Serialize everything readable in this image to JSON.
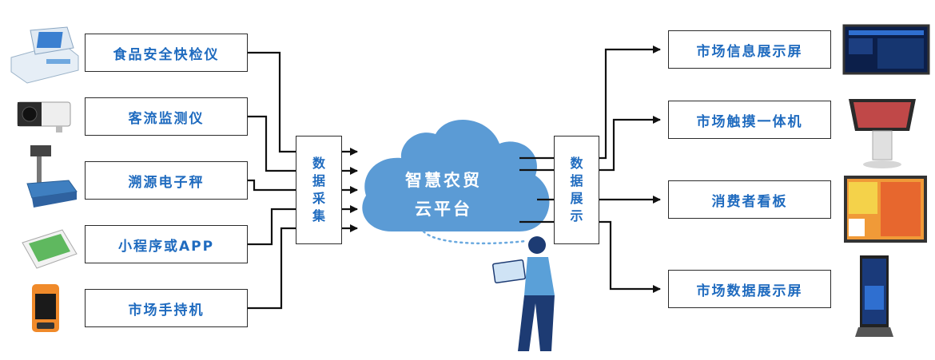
{
  "inputs": [
    {
      "label": "食品安全快检仪",
      "icon": "food-safety-tester-icon"
    },
    {
      "label": "客流监测仪",
      "icon": "camera-icon"
    },
    {
      "label": "溯源电子秤",
      "icon": "electronic-scale-icon"
    },
    {
      "label": "小程序或APP",
      "icon": "smartphone-icon"
    },
    {
      "label": "市场手持机",
      "icon": "handheld-terminal-icon"
    }
  ],
  "collect_box": {
    "chars": [
      "数",
      "据",
      "采",
      "集"
    ]
  },
  "platform": {
    "line1": "智慧农贸",
    "line2": "云平台"
  },
  "display_box": {
    "chars": [
      "数",
      "据",
      "展",
      "示"
    ]
  },
  "outputs": [
    {
      "label": "市场信息展示屏",
      "icon": "info-display-screen-icon"
    },
    {
      "label": "市场触摸一体机",
      "icon": "touch-kiosk-icon"
    },
    {
      "label": "消费者看板",
      "icon": "consumer-board-icon"
    },
    {
      "label": "市场数据展示屏",
      "icon": "standing-display-icon"
    }
  ],
  "colors": {
    "text_blue": "#1f6bbf",
    "cloud_blue": "#5b9bd5",
    "line": "#111111",
    "border": "#2b2b2b"
  }
}
